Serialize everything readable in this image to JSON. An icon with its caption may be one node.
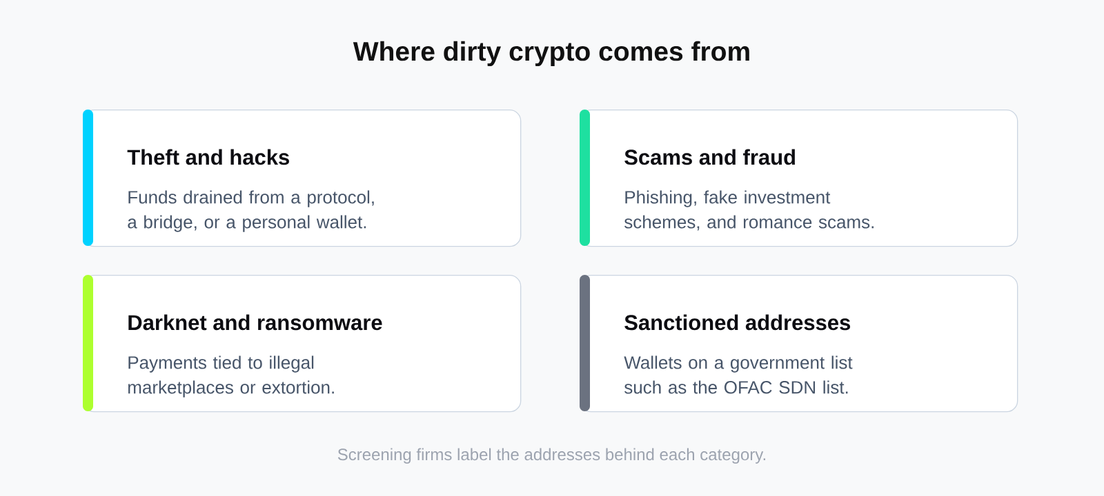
{
  "diagram": {
    "title": "Where dirty crypto comes from",
    "nodes": [
      {
        "text": [
          "Theft and hacks",
          "Funds drained from a protocol, a bridge, or a personal wallet."
        ]
      },
      {
        "text": [
          "Scams and fraud",
          "Phishing, fake investment schemes, and romance scams."
        ]
      },
      {
        "text": [
          "Darknet and ransomware",
          "Payments tied to illegal marketplaces or extortion."
        ]
      },
      {
        "text": [
          "Sanctioned addresses",
          "Wallets on a government list such as the OFAC SDN list."
        ]
      }
    ],
    "caption": "Screening firms label the addresses behind each category."
  }
}
